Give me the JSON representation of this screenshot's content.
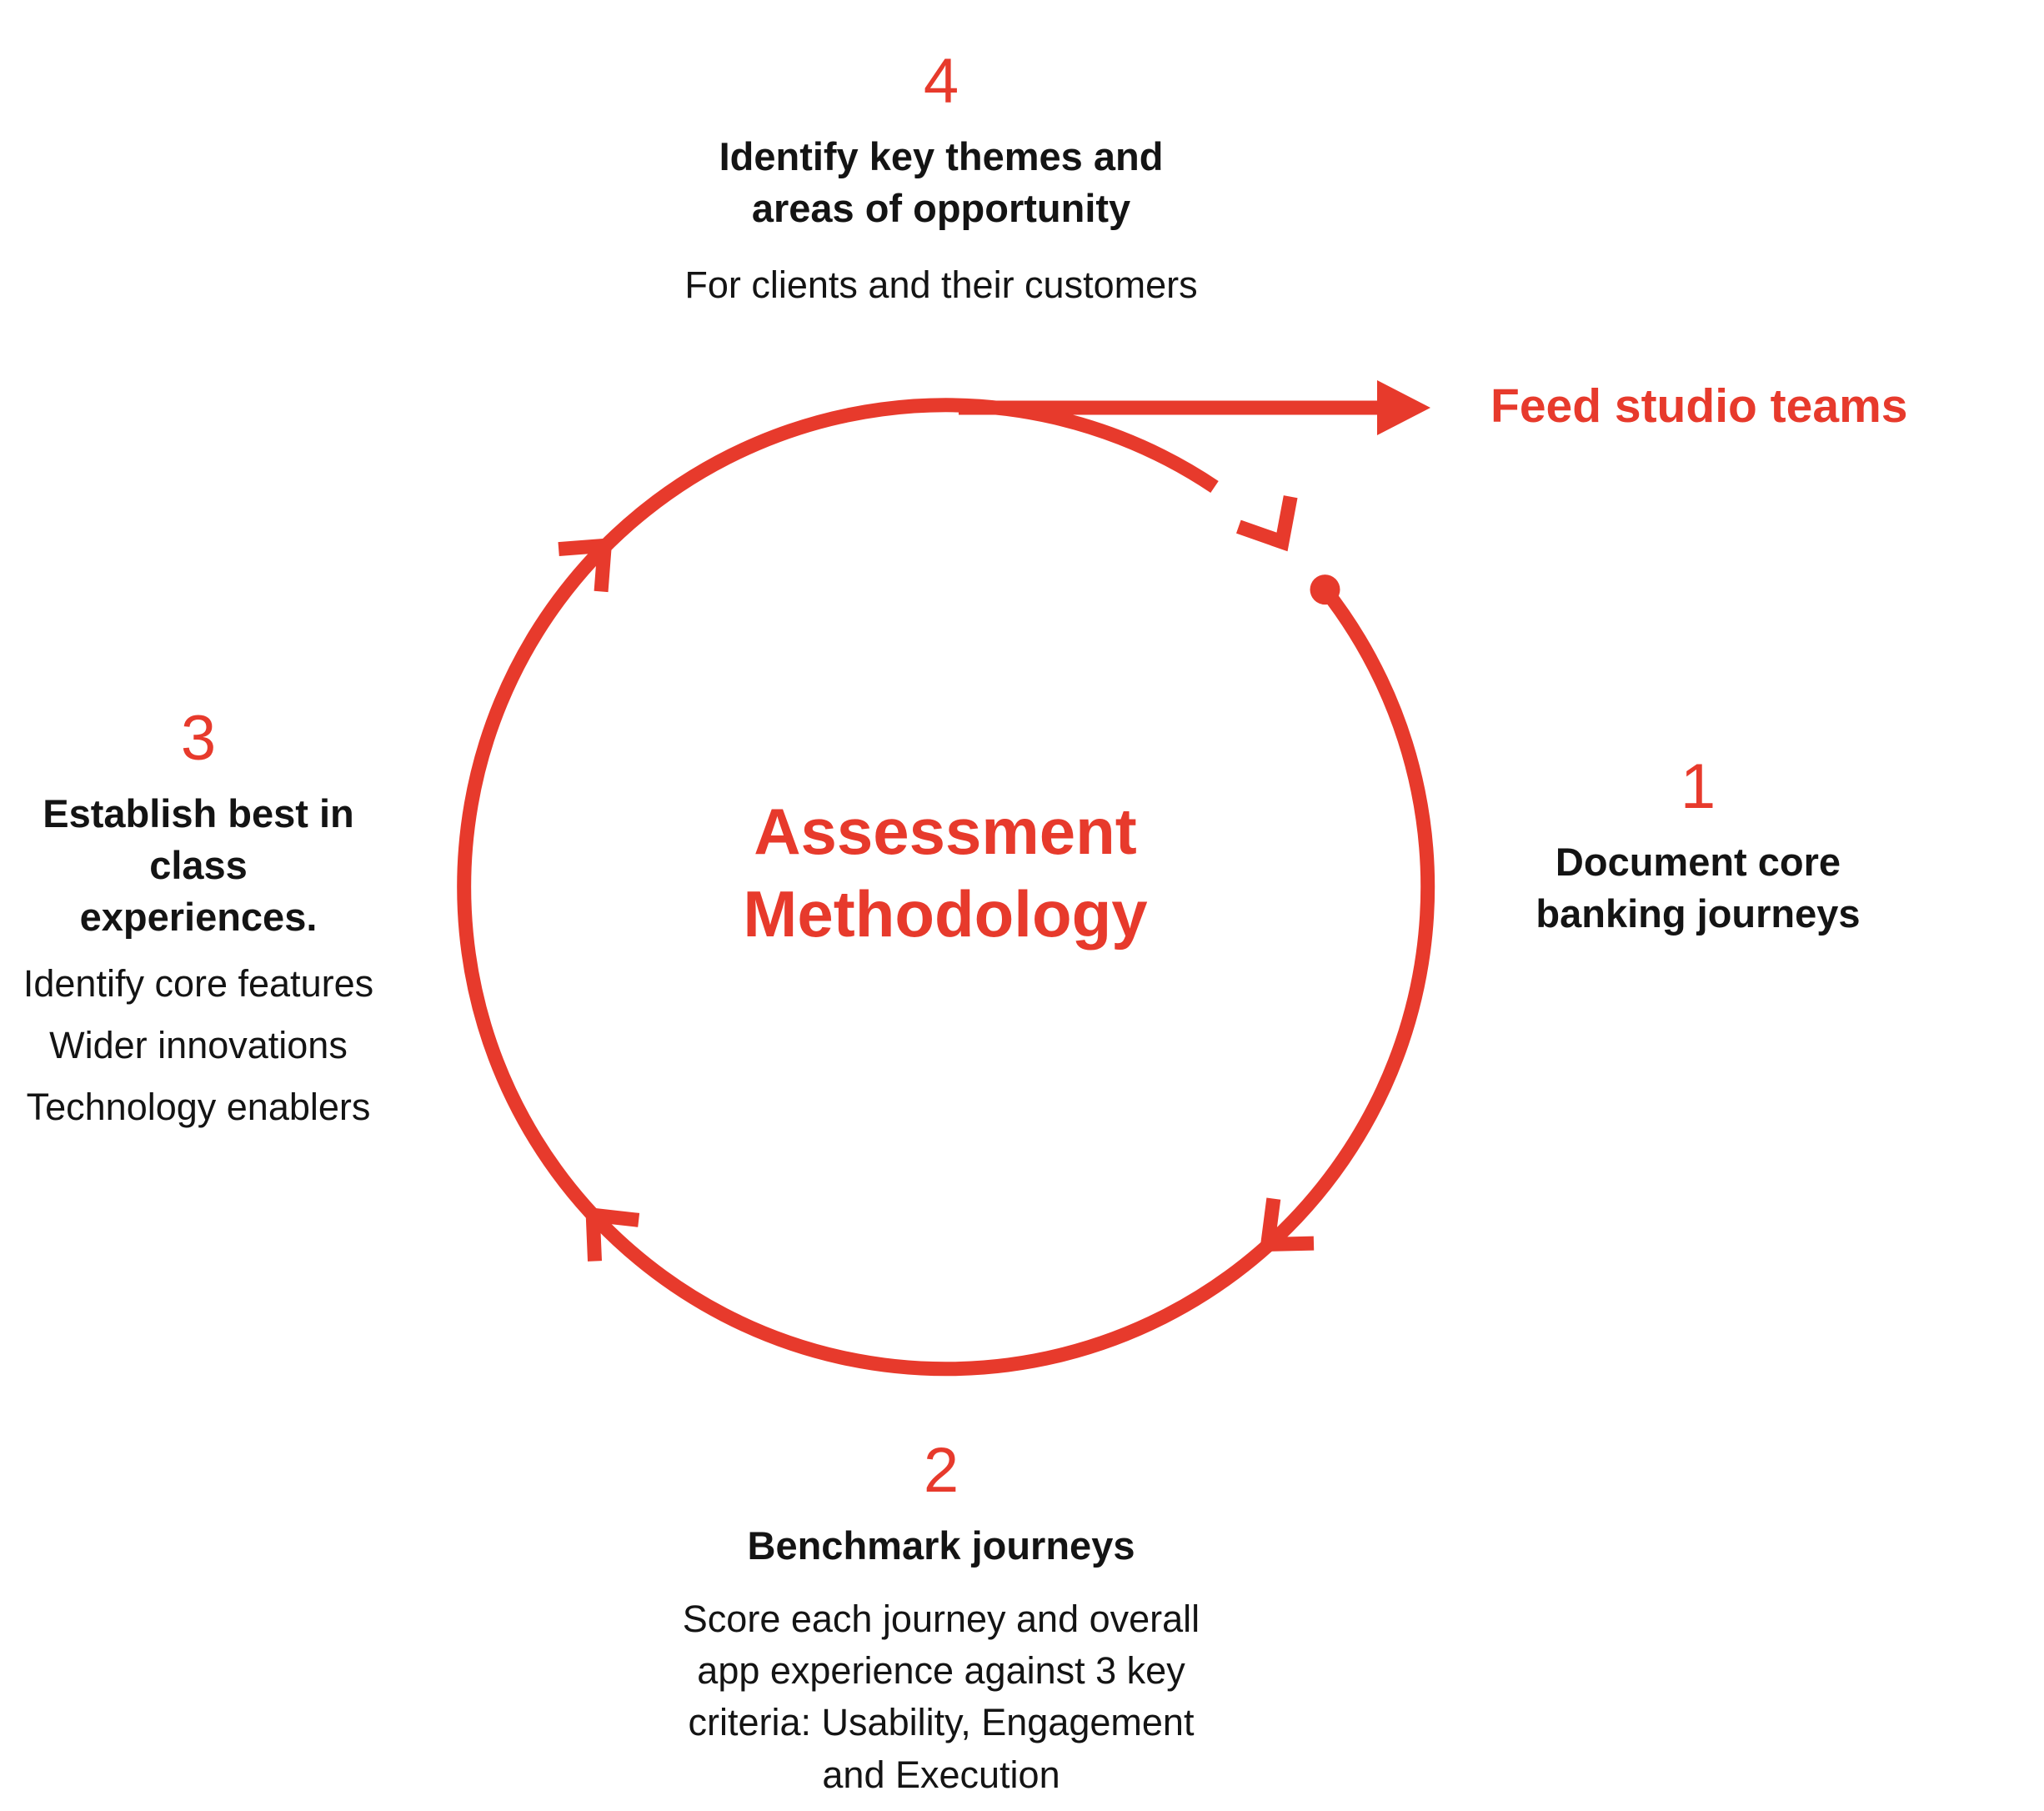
{
  "diagram": {
    "accent_color": "#e73a2c",
    "text_color": "#141414",
    "title_line1": "Assessment",
    "title_line2": "Methodology",
    "output_arrow_label": "Feed studio teams",
    "steps": [
      {
        "number": "1",
        "heading_lines": [
          "Document core",
          "banking journeys"
        ],
        "sub_lines": []
      },
      {
        "number": "2",
        "heading_lines": [
          "Benchmark journeys"
        ],
        "sub_lines": [
          "Score each journey and overall",
          "app experience against 3 key",
          "criteria: Usability, Engagement",
          "and Execution"
        ]
      },
      {
        "number": "3",
        "heading_lines": [
          "Establish best in class",
          "experiences."
        ],
        "sub_lines": [
          "Identify core features",
          "Wider innovations",
          "Technology enablers"
        ]
      },
      {
        "number": "4",
        "heading_lines": [
          "Identify key themes and",
          "areas of opportunity"
        ],
        "sub_lines": [
          "For clients and their customers"
        ]
      }
    ]
  }
}
